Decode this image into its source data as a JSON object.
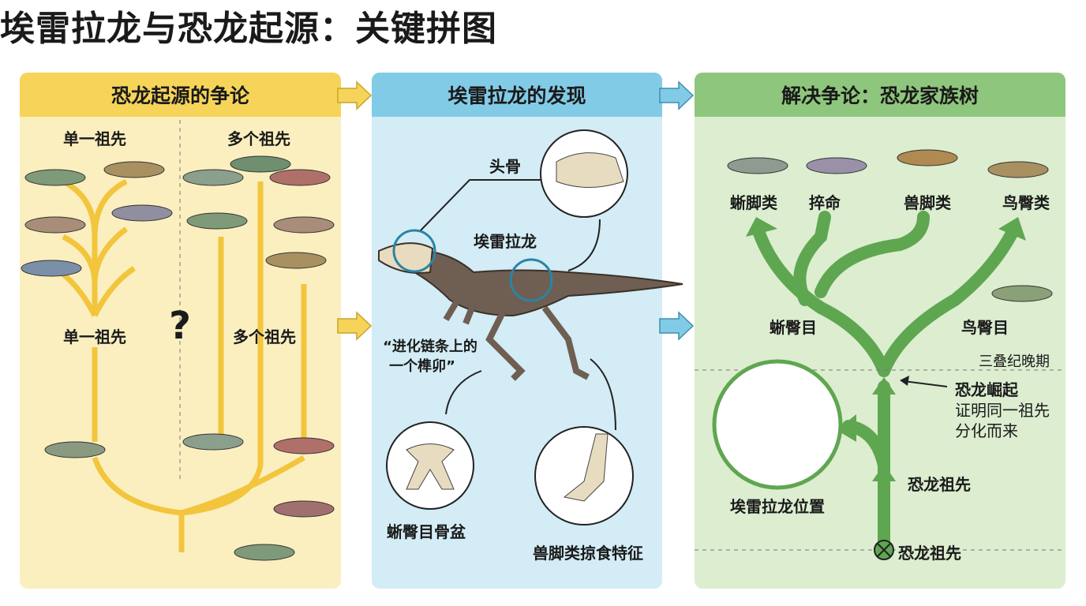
{
  "title": "埃雷拉龙与恐龙起源：关键拼图",
  "panels": {
    "debate": {
      "header": "恐龙起源的争论",
      "single_top": "单一祖先",
      "multi_top": "多个祖先",
      "single_mid": "单一祖先",
      "question": "?",
      "multi_mid": "多个祖先"
    },
    "discovery": {
      "header": "埃雷拉龙的发现",
      "skull": "头骨",
      "name": "埃雷拉龙",
      "quote_line1": "“进化链条上的",
      "quote_line2": "一个榫卯”",
      "pelvis": "蜥臀目骨盆",
      "predator": "兽脚类掠食特征"
    },
    "resolution": {
      "header": "解决争论：恐龙家族树",
      "sauropods": "蜥脚类",
      "branch2": "捽命",
      "theropods": "兽脚类",
      "ornithischian_group": "鸟臀类",
      "saurischia": "蜥臀目",
      "ornithischia": "鸟臀目",
      "late_triassic": "三叠纪晚期",
      "rise": "恐龙崛起",
      "rise_note1": "证明同一祖先",
      "rise_note2": "分化而来",
      "ancestor_mid": "恐龙祖先",
      "herrerasaurus_position": "埃雷拉龙位置",
      "ancestor_root": "恐龙祖先"
    }
  },
  "colors": {
    "yellow": "#f6d45a",
    "blue": "#82cbe6",
    "green": "#8fc67d",
    "tree": "#5fa650"
  }
}
